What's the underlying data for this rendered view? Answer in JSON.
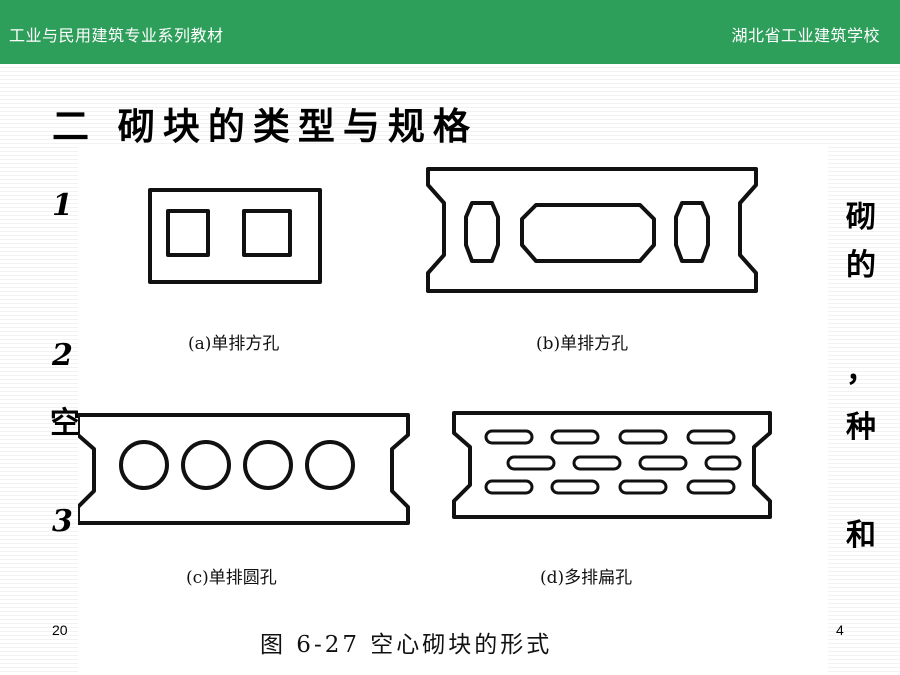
{
  "header": {
    "left_title": "工业与民用建筑专业系列教材",
    "right_title": "湖北省工业建筑学校",
    "bg_color": "#2e9e5b"
  },
  "slide": {
    "title": "二 砌块的类型与规格",
    "lines": [
      {
        "left": "1",
        "right": "砌"
      },
      {
        "left": "",
        "right": "的"
      },
      {
        "left": "2",
        "right": "，"
      },
      {
        "left": "空",
        "right": "种"
      },
      {
        "left": "3",
        "right": "和"
      }
    ],
    "footer_left": "20",
    "page_number": "4"
  },
  "figure": {
    "captions": {
      "a": "(a)单排方孔",
      "b": "(b)单排方孔",
      "c": "(c)单排圆孔",
      "d": "(d)多排扁孔"
    },
    "title": "图 6-27  空心砌块的形式"
  }
}
